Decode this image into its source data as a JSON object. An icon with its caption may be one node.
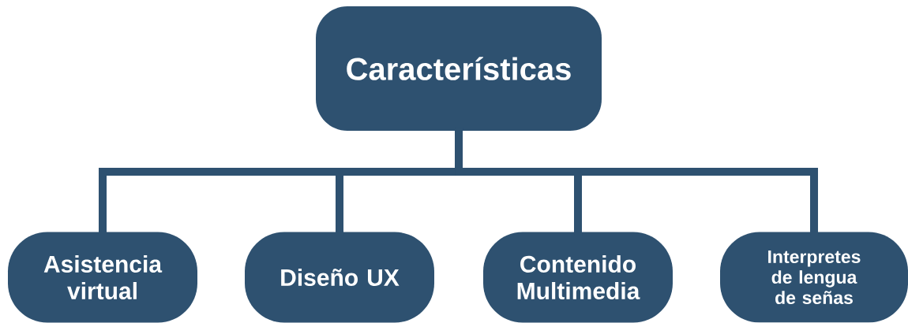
{
  "diagram": {
    "nodes": [
      {
        "text": [
          "Características"
        ]
      },
      {
        "text": [
          "Asistencia virtual"
        ]
      },
      {
        "text": [
          "Diseño UX"
        ]
      },
      {
        "text": [
          "Contenido Multimedia"
        ]
      },
      {
        "text": [
          "Interpretes de lengua de señas"
        ]
      }
    ],
    "edges": [
      {
        "from": 0,
        "to": 1,
        "arrow": "none"
      },
      {
        "from": 0,
        "to": 2,
        "arrow": "none"
      },
      {
        "from": 0,
        "to": 3,
        "arrow": "none"
      },
      {
        "from": 0,
        "to": 4,
        "arrow": "none"
      }
    ]
  }
}
